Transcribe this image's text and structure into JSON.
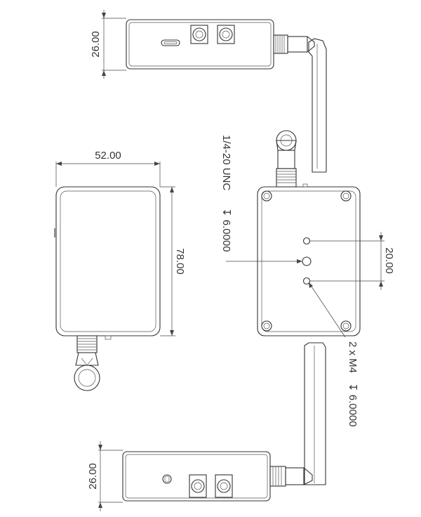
{
  "dimensions": {
    "top_height": "26.00",
    "width": "52.00",
    "length": "78.00",
    "hole_spacing": "20.00",
    "bottom_height": "26.00"
  },
  "annotations": {
    "tripod_thread": "1/4-20 UNC",
    "tripod_depth": "↧ 6.0000",
    "mount_holes": "2 x M4",
    "mount_depth": "↧ 6.0000"
  }
}
